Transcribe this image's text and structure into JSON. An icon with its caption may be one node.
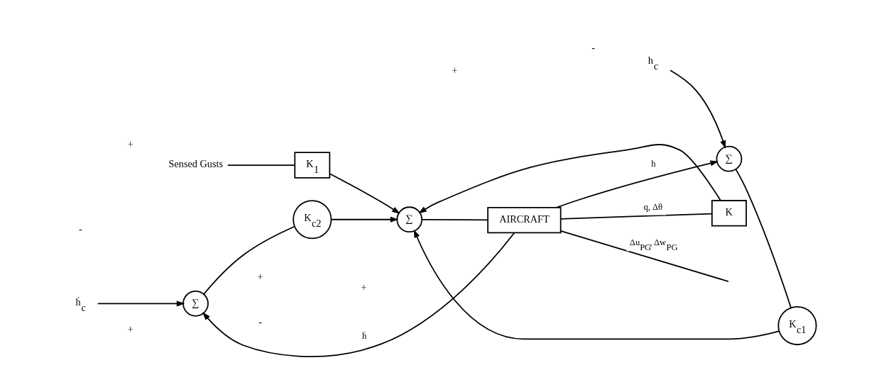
{
  "diagram": {
    "nodes": [
      {
        "text": [
          "ḣ$_{c}$"
        ]
      },
      {
        "text": [
          "∑"
        ]
      },
      {
        "text": [
          "K$_{c}$$_{2}$"
        ]
      },
      {
        "text": [
          "K$_{1}$"
        ]
      },
      {
        "text": [
          "Sensed Gusts"
        ]
      },
      {
        "text": [
          "h$_{c}$"
        ]
      },
      {
        "text": [
          "∑"
        ]
      },
      {
        "text": [
          "K$_{c}$$_{1}$"
        ]
      },
      {
        "text": [
          "∑"
        ]
      },
      {
        "text": [
          "AIRCRAFT"
        ]
      },
      {
        "text": [
          "K"
        ]
      }
    ],
    "edges": [
      {
        "from": 0,
        "to": 1,
        "arrow": "to"
      },
      {
        "from": 1,
        "to": 2,
        "arrow": "none"
      },
      {
        "from": 2,
        "to": 8,
        "arrow": "to"
      },
      {
        "from": 4,
        "to": 3,
        "arrow": "none"
      },
      {
        "from": 3,
        "to": 8,
        "arrow": "to"
      },
      {
        "from": 5,
        "to": 6,
        "arrow": "to"
      },
      {
        "from": 6,
        "to": 7,
        "arrow": "none"
      },
      {
        "from": 7,
        "to": 8,
        "arrow": "to"
      },
      {
        "from": 8,
        "to": 9,
        "arrow": "none"
      },
      {
        "from": 9,
        "to": null,
        "arrow": "none",
        "label": "Δu$_{PG}$, Δw$_{PG}$"
      },
      {
        "from": 9,
        "to": 10,
        "arrow": "none",
        "label": "q, Δθ"
      },
      {
        "from": 10,
        "to": 8,
        "arrow": "to"
      },
      {
        "from": 9,
        "to": 6,
        "arrow": "to",
        "label": "h"
      },
      {
        "from": 9,
        "to": 1,
        "arrow": "to",
        "label": "ḣ"
      }
    ],
    "labels": [
      "+",
      "-",
      "+",
      "+",
      "+",
      "-",
      "+",
      "-"
    ]
  }
}
